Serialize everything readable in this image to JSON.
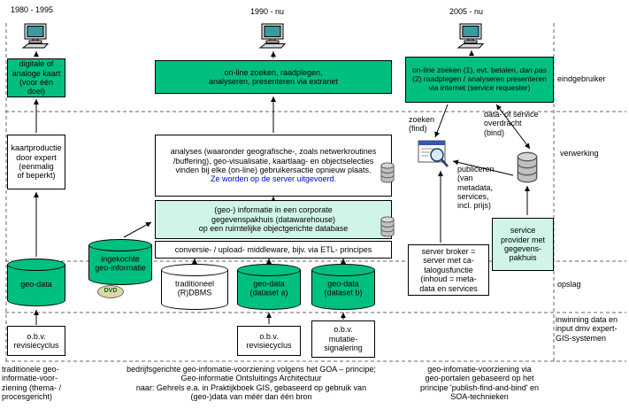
{
  "eras": {
    "first": "1980 - 1995",
    "second": "1990 - nu",
    "third": "2005 - nu"
  },
  "row_labels": {
    "end_user": "eindgebruiker",
    "processing": "verwerking",
    "storage": "opslag",
    "acquisition": "inwinning data en\ninput dmv expert-\nGIS-systemen"
  },
  "left_column": {
    "map_box": "digitale of\nanaloge kaart\n(voor één doel)",
    "production_box": "kaartproductie\ndoor expert\n(eenmalig\nof beperkt)",
    "geodata_cylinder": "geo-data",
    "revision_box": "o.b.v.\nrevisiecyclus",
    "caption": "traditionele geo-\ninformatie-voor-\nziening (thema- /\nprocesgericht)"
  },
  "middle_column": {
    "online_box": "on-line zoeken, raadplegen,\nanalyseren, presenteren via extranet",
    "analyses_box": "analyses (waaronder geografische-, zoals netwerkroutines\n/buffering), geo-visualisatie, kaartlaag- en objectselecties\nvinden bij elke (on-line) gebruikersactie opnieuw plaats.",
    "analyses_box_note": "Ze worden op de server uitgevoerd.",
    "warehouse_box": "(geo-) informatie in een corporate\ngegevenspakhuis (datawarehouse)\nop een ruimtelijke objectgerichte database",
    "etl_box": "conversie- / upload- middleware, bijv. via ETL- principes",
    "purchased_cylinder": "ingekochte\ngeo-informatie",
    "dvd_label": "DVD",
    "rdbms_cylinder": "traditioneel\n(R)DBMS",
    "dataset_a_cylinder": "geo-data\n(dataset a)",
    "dataset_b_cylinder": "geo-data\n(dataset b)",
    "revision_box": "o.b.v.\nrevisiecyclus",
    "mutation_box": "o.b.v.\nmutatie-\nsignalering",
    "caption": "bedrijfsgerichte geo-infomatie-voorziening volgens het GOA – principe;\nGeo-informatie Ontsluitings Architectuur\nnaar: Gehrels e.a. in Praktijkboek GIS, gebaseerd op gebruik van\n(geo-)data van méér dan één bron"
  },
  "right_column": {
    "requester_box_part1": "on-line zoeken (1), evt. betalen,",
    "requester_box_emphasis": "dan pas",
    "requester_box_part2": "(2) raadplegen / analyseren presenteren via internet (service requester)",
    "find_label": "zoeken\n(find)",
    "bind_label": "data- of service\noverdracht\n(bind)",
    "publish_label": "publiceren\n(van\nmetadata,\nservices,\nincl. prijs)",
    "broker_box": "server broker =\nserver met ca-\ntalogusfunctie\n(inhoud = meta-\ndata en services",
    "provider_box": "service\nprovider met\ngegevens-\npakhuis",
    "caption": "geo-infomatie-voorziening via\ngeo-portalen gebaseerd op het\nprincipe 'publish-find-and-bind' en\nSOA-technieken"
  },
  "colors": {
    "green": "#00C081",
    "light_green": "#D0F5E7",
    "note_blue": "#0000CC"
  }
}
